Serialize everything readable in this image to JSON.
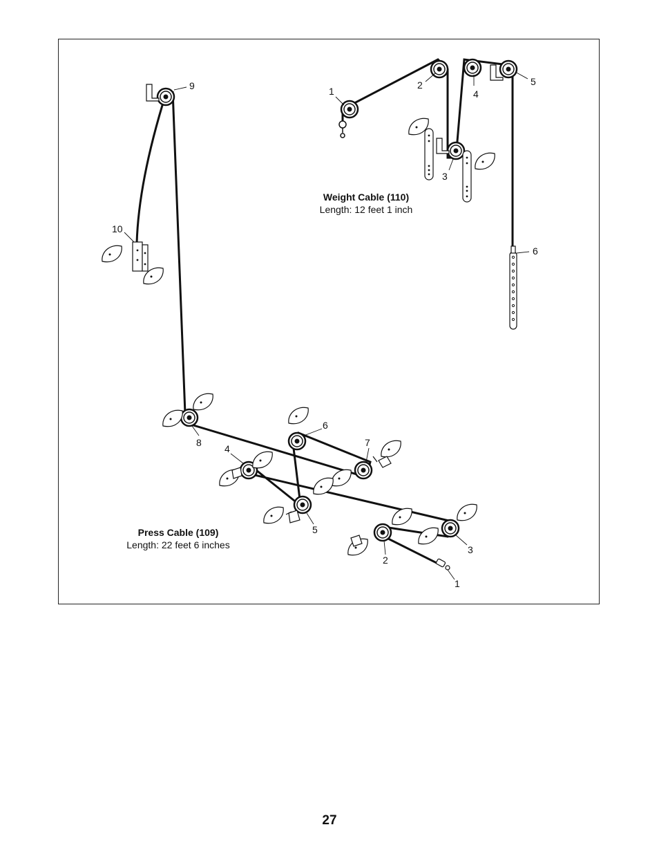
{
  "weight_cable": {
    "title": "Weight Cable (110)",
    "length": "Length: 12 feet 1 inch",
    "callouts": [
      "1",
      "2",
      "3",
      "4",
      "5",
      "6",
      "9",
      "10"
    ]
  },
  "press_cable": {
    "title": "Press Cable (109)",
    "length": "Length: 22 feet 6 inches",
    "callouts": [
      "8",
      "6",
      "7",
      "4",
      "5",
      "3",
      "2",
      "1"
    ]
  },
  "page_number": "27"
}
